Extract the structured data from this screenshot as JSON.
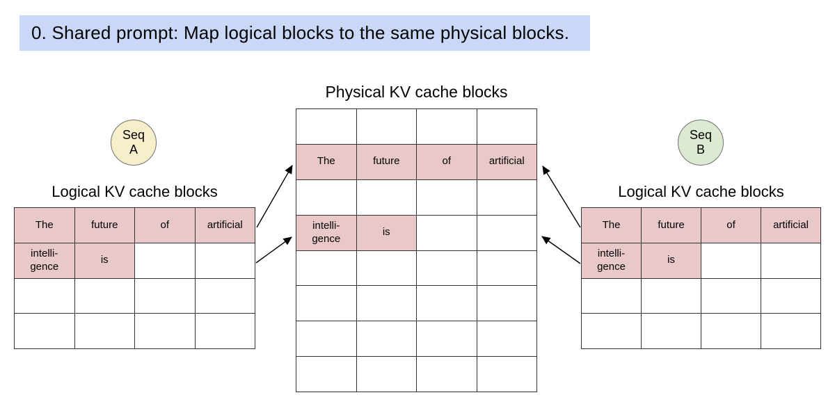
{
  "palette": {
    "banner-bg": "#c9d8f7",
    "pink": "#e8c8c8",
    "cream": "#f7efca",
    "green": "#dcead2",
    "line": "#333333",
    "arrow": "#000000"
  },
  "banner": {
    "text": "0. Shared prompt: Map logical blocks to the same physical blocks."
  },
  "physical": {
    "title": "Physical KV cache blocks",
    "rows": [
      [
        {
          "text": "",
          "filled": false
        },
        {
          "text": "",
          "filled": false
        },
        {
          "text": "",
          "filled": false
        },
        {
          "text": "",
          "filled": false
        }
      ],
      [
        {
          "text": "The",
          "filled": true
        },
        {
          "text": "future",
          "filled": true
        },
        {
          "text": "of",
          "filled": true
        },
        {
          "text": "artificial",
          "filled": true
        }
      ],
      [
        {
          "text": "",
          "filled": false
        },
        {
          "text": "",
          "filled": false
        },
        {
          "text": "",
          "filled": false
        },
        {
          "text": "",
          "filled": false
        }
      ],
      [
        {
          "text": "intelli-\ngence",
          "filled": true
        },
        {
          "text": "is",
          "filled": true
        },
        {
          "text": "",
          "filled": false
        },
        {
          "text": "",
          "filled": false
        }
      ],
      [
        {
          "text": "",
          "filled": false
        },
        {
          "text": "",
          "filled": false
        },
        {
          "text": "",
          "filled": false
        },
        {
          "text": "",
          "filled": false
        }
      ],
      [
        {
          "text": "",
          "filled": false
        },
        {
          "text": "",
          "filled": false
        },
        {
          "text": "",
          "filled": false
        },
        {
          "text": "",
          "filled": false
        }
      ],
      [
        {
          "text": "",
          "filled": false
        },
        {
          "text": "",
          "filled": false
        },
        {
          "text": "",
          "filled": false
        },
        {
          "text": "",
          "filled": false
        }
      ],
      [
        {
          "text": "",
          "filled": false
        },
        {
          "text": "",
          "filled": false
        },
        {
          "text": "",
          "filled": false
        },
        {
          "text": "",
          "filled": false
        }
      ]
    ]
  },
  "seq_a": {
    "label": "Seq\nA"
  },
  "seq_b": {
    "label": "Seq\nB"
  },
  "left": {
    "title": "Logical KV cache blocks",
    "rows": [
      [
        {
          "text": "The",
          "filled": true
        },
        {
          "text": "future",
          "filled": true
        },
        {
          "text": "of",
          "filled": true
        },
        {
          "text": "artificial",
          "filled": true
        }
      ],
      [
        {
          "text": "intelli-\ngence",
          "filled": true
        },
        {
          "text": "is",
          "filled": true
        },
        {
          "text": "",
          "filled": false
        },
        {
          "text": "",
          "filled": false
        }
      ],
      [
        {
          "text": "",
          "filled": false
        },
        {
          "text": "",
          "filled": false
        },
        {
          "text": "",
          "filled": false
        },
        {
          "text": "",
          "filled": false
        }
      ],
      [
        {
          "text": "",
          "filled": false
        },
        {
          "text": "",
          "filled": false
        },
        {
          "text": "",
          "filled": false
        },
        {
          "text": "",
          "filled": false
        }
      ]
    ]
  },
  "right": {
    "title": "Logical KV cache blocks",
    "rows": [
      [
        {
          "text": "The",
          "filled": true
        },
        {
          "text": "future",
          "filled": true
        },
        {
          "text": "of",
          "filled": true
        },
        {
          "text": "artificial",
          "filled": true
        }
      ],
      [
        {
          "text": "intelli-\ngence",
          "filled": true
        },
        {
          "text": "is",
          "filled": true
        },
        {
          "text": "",
          "filled": false
        },
        {
          "text": "",
          "filled": false
        }
      ],
      [
        {
          "text": "",
          "filled": false
        },
        {
          "text": "",
          "filled": false
        },
        {
          "text": "",
          "filled": false
        },
        {
          "text": "",
          "filled": false
        }
      ],
      [
        {
          "text": "",
          "filled": false
        },
        {
          "text": "",
          "filled": false
        },
        {
          "text": "",
          "filled": false
        },
        {
          "text": "",
          "filled": false
        }
      ]
    ]
  }
}
